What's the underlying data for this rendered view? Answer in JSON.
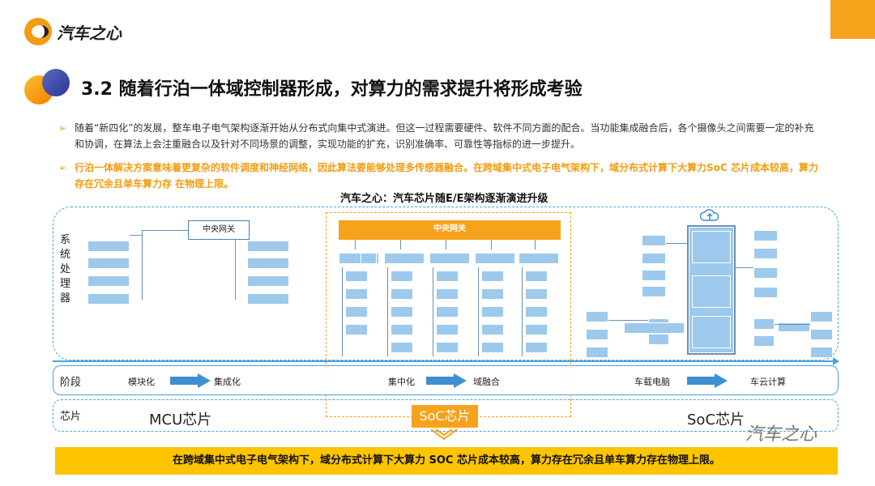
{
  "header": {
    "logo_text": "汽车之心",
    "title": "3.2 随着行泊一体域控制器形成，对算力的需求提升将形成考验"
  },
  "bullets": [
    {
      "marker": "➢",
      "text": "随着“新四化”的发展，整车电子电气架构逐渐开始从分布式向集中式演进。但这一过程需要硬件、软件不同方面的配合。当功能集成融合后，各个摄像头之间需要一定的补充和协调，在算法上会注重融合以及针对不同场景的调整，实现功能的扩充，识别准确率、可靠性等指标的进一步提升。"
    },
    {
      "marker": "➢",
      "text": "行泊一体解决方案意味着更复杂的软件调度和神经网络，因此算法要能够处理多传感器融合。在跨域集中式电子电气架构下，域分布式计算下大算力SoC 芯片成本较高，算力存在冗余且单车算力存 在物理上限。"
    }
  ],
  "diagram": {
    "title": "汽车之心：汽车芯片随E/E架构逐渐演进升级",
    "system_label": "系统处理器",
    "gateway_left": "中央网关",
    "gateway_mid": "中央网关",
    "stage_label": "阶段",
    "stages": [
      "模块化",
      "集成化",
      "集中化",
      "域融合",
      "车载电脑",
      "车云计算"
    ],
    "chip_label": "芯片",
    "chips": [
      "MCU芯片",
      "SoC芯片",
      "SoC芯片"
    ]
  },
  "conclusion": "在跨域集中式电子电气架构下，域分布式计算下大算力 SOC 芯片成本较高，算力存在冗余且单车算力存在物理上限。",
  "watermark": "汽车之心",
  "colors": {
    "accent": "#f7a21b",
    "blue": "#4aa3df",
    "box": "#9dc9ec",
    "bar": "#fdc400"
  }
}
